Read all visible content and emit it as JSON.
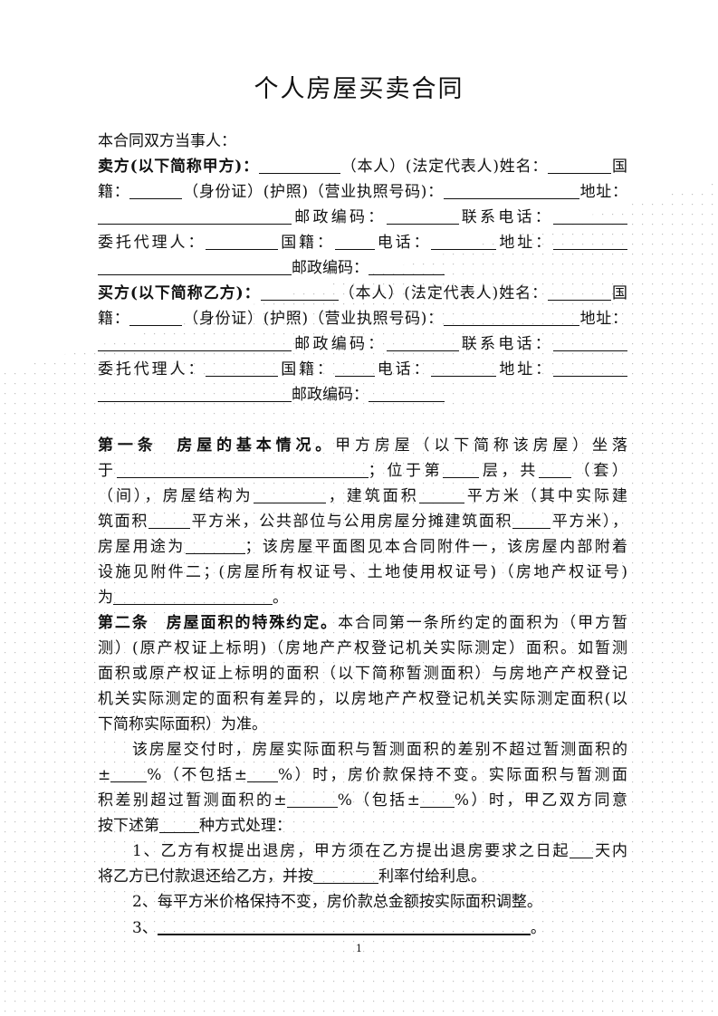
{
  "title": "个人房屋买卖合同",
  "intro": "本合同双方当事人：",
  "seller": {
    "label": "卖方(以下简称甲方)：",
    "name_part": "（本人）(法定代表人)姓名：",
    "guo": "国",
    "ji": "籍：",
    "id_part": "（身份证）(护照)（营业执照号码)：",
    "address": "地址：",
    "postcode": "邮政编码：",
    "phone": "联系电话：",
    "agent": "委托代理人：",
    "agent_nat": "国籍：",
    "agent_phone": "电话：",
    "agent_addr": "地址：",
    "postcode2": "邮政编码："
  },
  "buyer": {
    "label": "买方(以下简称乙方)：",
    "name_part": "（本人）(法定代表人)姓名：",
    "guo": "国",
    "ji": "籍：",
    "id_part": "（身份证）(护照)（营业执照号码)：",
    "address": "地址：",
    "postcode": "邮政编码：",
    "phone": "联系电话：",
    "agent": "委托代理人：",
    "agent_nat": "国籍：",
    "agent_phone": "电话：",
    "agent_addr": "地址：",
    "postcode2": "邮政编码："
  },
  "article1": {
    "heading": "第一条　房屋的基本情况。",
    "l1": "甲方房屋（以下简称该房屋）坐落",
    "l2a": "于",
    "l2b": "；位于第",
    "l2c": "层，共",
    "l2d": "（套）",
    "l3a": "（间），房屋结构为",
    "l3b": "，建筑面积",
    "l3c": "平方米（其中实际建",
    "l4a": "筑面积",
    "l4b": "平方米，公共部位与公用房屋分摊建筑面积",
    "l4c": "平方米），",
    "l5a": "房屋用途为",
    "l5b": "；该房屋平面图见本合同附件一，该房屋内部附着",
    "l6": "设施见附件二；(房屋所有权证号、土地使用权证号)（房地产权证号)",
    "l7a": "为",
    "l7b": "。"
  },
  "article2": {
    "heading": "第二条　房屋面积的特殊约定。",
    "l1": "本合同第一条所约定的面积为（甲方暂",
    "l2": "测）(原产权证上标明)（房地产产权登记机关实际测定）面积。如暂测",
    "l3": "面积或原产权证上标明的面积（以下简称暂测面积）与房地产产权登记",
    "l4": "机关实际测定的面积有差异的，以房地产产权登记机关实际测定面积(以",
    "l5": "下简称实际面积）为准。",
    "p2_l1": "该房屋交付时，房屋实际面积与暂测面积的差别不超过暂测面积的",
    "p2_l2a": "±",
    "p2_l2b": "%（不包括±",
    "p2_l2c": "%）时，房价款保持不变。实际面积与暂测面",
    "p2_l3a": "积差别超过暂测面积的±",
    "p2_l3b": "%（包括±",
    "p2_l3c": "%）时，甲乙双方同意",
    "p2_l4a": "按下述第",
    "p2_l4b": "种方式处理：",
    "o1_l1a": "1、乙方有权提出退房，甲方须在乙方提出退房要求之日起",
    "o1_l1b": "天内",
    "o1_l2a": "将乙方已付款退还给乙方，并按",
    "o1_l2b": "利率付给利息。",
    "o2": "2、每平方米价格保持不变，房价款总金额按实际面积调整。",
    "o3a": "3、",
    "o3b": "。"
  },
  "page_number": "1"
}
